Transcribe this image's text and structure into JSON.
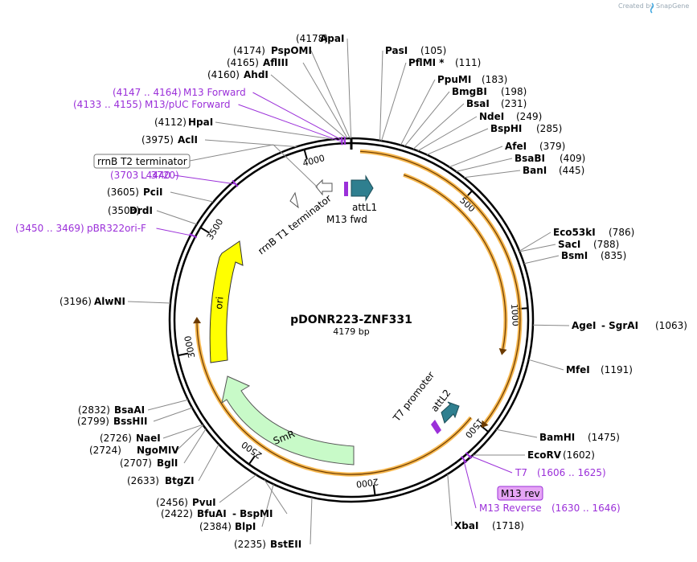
{
  "plasmid": {
    "name": "pDONR223-ZNF331",
    "length": "4179 bp",
    "total_bp": 4179
  },
  "watermark": {
    "created_by": "Created by",
    "brand": "SnapGene"
  },
  "ticks": [
    "500",
    "1000",
    "1500",
    "2000",
    "2500",
    "3000",
    "3500",
    "4000"
  ],
  "enzymes": [
    {
      "pos": "(4178)",
      "name": "ApaI",
      "bp": 4178
    },
    {
      "pos": "(4174)",
      "name": "PspOMI",
      "bp": 4174
    },
    {
      "pos": "(4165)",
      "name": "AflIII",
      "bp": 4165
    },
    {
      "pos": "(4160)",
      "name": "AhdI",
      "bp": 4160
    },
    {
      "pos": "(4112)",
      "name": "HpaI",
      "bp": 4112
    },
    {
      "pos": "(3975)",
      "name": "AclI",
      "bp": 3975
    },
    {
      "pos": "(3605)",
      "name": "PciI",
      "bp": 3605
    },
    {
      "pos": "(3503)",
      "name": "DrdI",
      "bp": 3503
    },
    {
      "pos": "(3196)",
      "name": "AlwNI",
      "bp": 3196
    },
    {
      "pos": "(2832)",
      "name": "BsaAI",
      "bp": 2832
    },
    {
      "pos": "(2799)",
      "name": "BssHII",
      "bp": 2799
    },
    {
      "pos": "(2726)",
      "name": "NaeI",
      "bp": 2726
    },
    {
      "pos": "(2724)",
      "name": "NgoMIV",
      "bp": 2724
    },
    {
      "pos": "(2707)",
      "name": "BglI",
      "bp": 2707
    },
    {
      "pos": "(2633)",
      "name": "BtgZI",
      "bp": 2633
    },
    {
      "pos": "(2456)",
      "name": "PvuI",
      "bp": 2456
    },
    {
      "pos": "(2422)",
      "name": "BfuAI",
      "name2": "BspMI",
      "bp": 2422
    },
    {
      "pos": "(2384)",
      "name": "BlpI",
      "bp": 2384
    },
    {
      "pos": "(2235)",
      "name": "BstEII",
      "bp": 2235
    },
    {
      "pos": "(105)",
      "name": "PasI",
      "bp": 105
    },
    {
      "pos": "(111)",
      "name": "PflMI *",
      "bp": 111
    },
    {
      "pos": "(183)",
      "name": "PpuMI",
      "bp": 183
    },
    {
      "pos": "(198)",
      "name": "BmgBI",
      "bp": 198
    },
    {
      "pos": "(231)",
      "name": "BsaI",
      "bp": 231
    },
    {
      "pos": "(249)",
      "name": "NdeI",
      "bp": 249
    },
    {
      "pos": "(285)",
      "name": "BspHI",
      "bp": 285
    },
    {
      "pos": "(379)",
      "name": "AfeI",
      "bp": 379
    },
    {
      "pos": "(409)",
      "name": "BsaBI",
      "bp": 409
    },
    {
      "pos": "(445)",
      "name": "BanI",
      "bp": 445
    },
    {
      "pos": "(786)",
      "name": "Eco53kI",
      "bp": 786
    },
    {
      "pos": "(788)",
      "name": "SacI",
      "bp": 788
    },
    {
      "pos": "(835)",
      "name": "BsmI",
      "bp": 835
    },
    {
      "pos": "(1063)",
      "name": "AgeI",
      "name2": "SgrAI",
      "bp": 1063
    },
    {
      "pos": "(1191)",
      "name": "MfeI",
      "bp": 1191
    },
    {
      "pos": "(1475)",
      "name": "BamHI",
      "bp": 1475
    },
    {
      "pos": "(1602)",
      "name": "EcoRV",
      "bp": 1602
    },
    {
      "pos": "(1718)",
      "name": "XbaI",
      "bp": 1718
    }
  ],
  "primers": [
    {
      "range": "(4147 .. 4164)",
      "name": "M13 Forward"
    },
    {
      "range": "(4133 .. 4155)",
      "name": "M13/pUC Forward"
    },
    {
      "range": "(3703 .. 3720)",
      "name": "L4440"
    },
    {
      "range": "(3450 .. 3469)",
      "name": "pBR322ori-F"
    },
    {
      "range": "(1606 .. 1625)",
      "name": "T7"
    },
    {
      "range": "(1630 .. 1646)",
      "name": "M13 Reverse"
    }
  ],
  "boxed_labels": {
    "rrnb_t2": "rrnB T2 terminator",
    "m13_rev": "M13 rev"
  },
  "features": {
    "attL1": "attL1",
    "m13_fwd": "M13 fwd",
    "rrnb_t1": "rrnB T1 terminator",
    "t7_promoter": "T7 promoter",
    "attL2": "attL2",
    "ori": "ori",
    "smr": "SmR"
  },
  "colors": {
    "backbone": "#000000",
    "orf": "#f5a623",
    "ori": "#ffff00",
    "smr": "#c8fac8",
    "att": "#2f7f8f",
    "primer": "#9b30d9",
    "rev_box": "#e6a5f5"
  }
}
